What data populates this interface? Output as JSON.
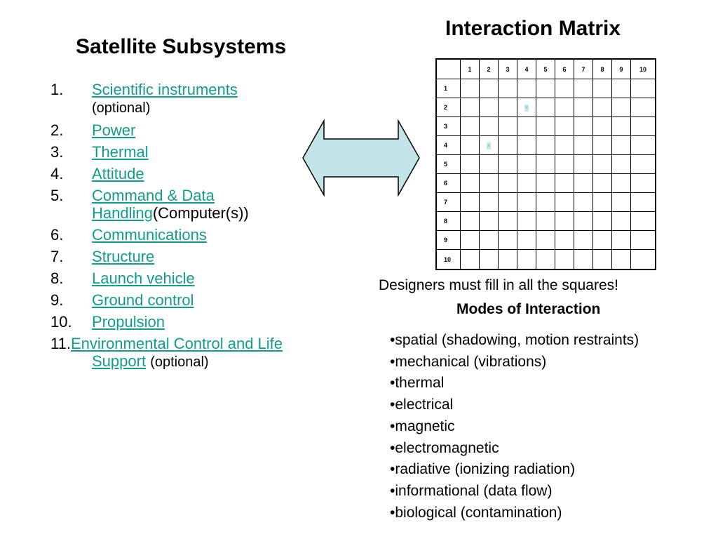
{
  "left_title": "Satellite Subsystems",
  "right_title": "Interaction Matrix",
  "subsystems": [
    {
      "num": "1.",
      "link": "Scientific instruments",
      "note": "(optional)"
    },
    {
      "num": "2.",
      "link": "Power"
    },
    {
      "num": "3.",
      "link": "Thermal"
    },
    {
      "num": "4.",
      "link": "Attitude"
    },
    {
      "num": "5.",
      "link": "Command & Data Handling",
      "note": "(Computer(s))"
    },
    {
      "num": "6.",
      "link": "Communications"
    },
    {
      "num": "7.",
      "link": "Structure"
    },
    {
      "num": "8.",
      "link": "Launch vehicle"
    },
    {
      "num": "9.",
      "link": "Ground control"
    },
    {
      "num": "10.",
      "link": "Propulsion"
    },
    {
      "num": "11.",
      "link": "Environmental Control and Life Support",
      "note": "(optional)"
    }
  ],
  "matrix": {
    "col_headers": [
      "1",
      "2",
      "3",
      "4",
      "5",
      "6",
      "7",
      "8",
      "9",
      "10"
    ],
    "row_headers": [
      "1",
      "2",
      "3",
      "4",
      "5",
      "6",
      "7",
      "8",
      "9",
      "10"
    ],
    "marked_cells": [
      {
        "row": "2",
        "col": "4",
        "symbol": "x"
      },
      {
        "row": "4",
        "col": "2",
        "symbol": "x"
      }
    ]
  },
  "caption": "Designers must fill in all the squares!",
  "modes_title": "Modes of Interaction",
  "modes": [
    "•spatial (shadowing, motion restraints)",
    "•mechanical (vibrations)",
    "•thermal",
    "•electrical",
    "•magnetic",
    "•electromagnetic",
    "•radiative (ionizing radiation)",
    "•informational (data flow)",
    "•biological (contamination)"
  ],
  "colors": {
    "link": "#149c8a",
    "arrow_fill": "#c3e4e8",
    "mark_fill": "#c6e6ee"
  }
}
